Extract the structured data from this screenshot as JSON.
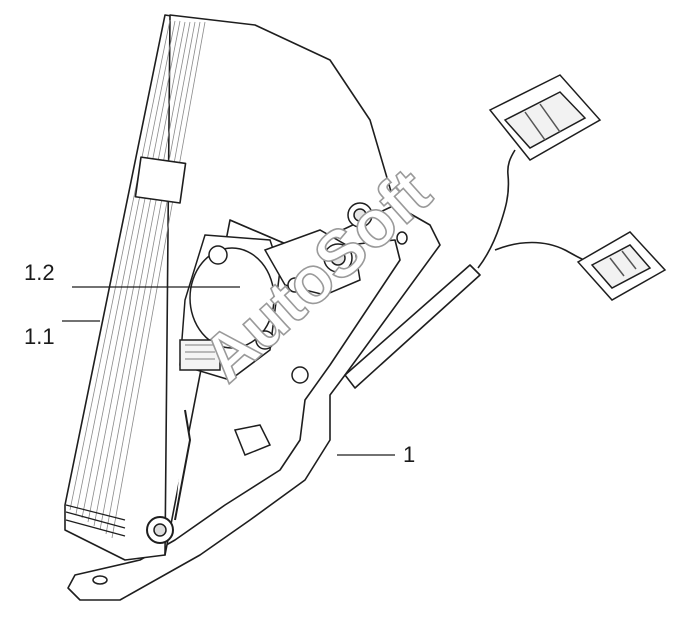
{
  "labels": {
    "callout_1_2": "1.2",
    "callout_1_1": "1.1",
    "callout_1": "1"
  },
  "watermark": {
    "text": "AutoSoft",
    "color": "#dcdcdc"
  },
  "colors": {
    "line": "#1e1e1e",
    "mid": "#6e6e6e",
    "light": "#bdbdbd",
    "fill": "#ffffff"
  }
}
